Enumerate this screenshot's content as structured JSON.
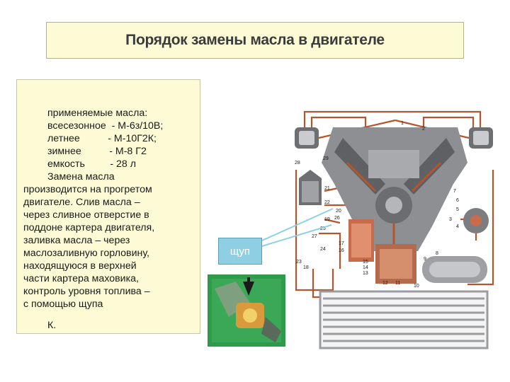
{
  "title": "Порядок замены масла в двигателе",
  "text_lines": [
    "применяемые масла:",
    "всесезонное  - М-6з/10В;",
    "летнее          - М-10Г2К;",
    "зимнее          - М-8 Г2",
    "емкость         - 28 л",
    "Замена масла",
    "производится на прогретом",
    "двигателе. Слив масла –",
    "через сливное отверстие в",
    "поддоне картера двигателя,",
    "заливка масла – через",
    "маслозаливную горловину,",
    "находящуюся в верхней",
    "части картера маховика,",
    "контроль уровня топлива –",
    "с помощью щупа",
    "К."
  ],
  "callout_label": "щуп",
  "diagram_numbers": [
    "1",
    "2",
    "3",
    "4",
    "5",
    "6",
    "7",
    "8",
    "9",
    "10",
    "11",
    "12",
    "13",
    "14",
    "15",
    "16",
    "17",
    "18",
    "19",
    "20",
    "21",
    "22",
    "23",
    "24",
    "25",
    "26",
    "27",
    "28",
    "29"
  ],
  "colors": {
    "panel_bg": "#fdfbd6",
    "callout_bg": "#8ecfe4",
    "oil_pipe": "#b5542d",
    "engine_gray": "#8d8f93",
    "photo_green": "#2f9a4a"
  }
}
